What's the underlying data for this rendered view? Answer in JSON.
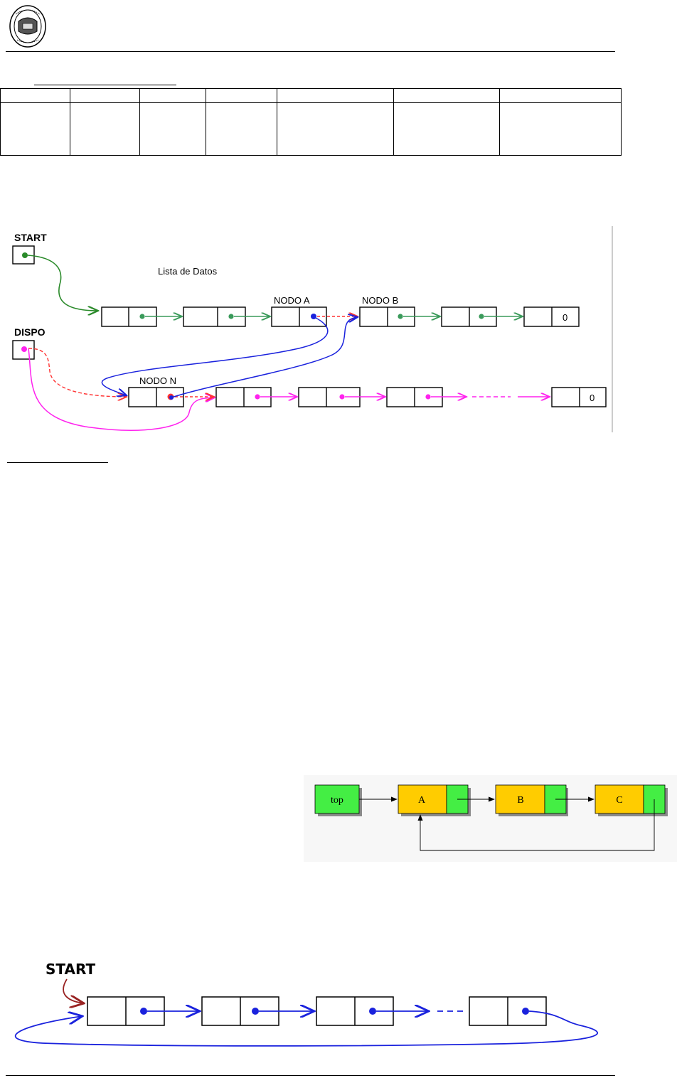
{
  "header": {
    "seal_icon": "university-seal-icon"
  },
  "table": {
    "columns": 7,
    "rows": 2
  },
  "figure1": {
    "start_label": "START",
    "dispo_label": "DISPO",
    "list_label": "Lista de Datos",
    "nodo_a": "NODO A",
    "nodo_b": "NODO B",
    "nodo_n": "NODO N",
    "null_top": "0",
    "null_bottom": "0",
    "colors": {
      "start_list": "#3a9a5a",
      "start_link": "#2a8a2a",
      "free_list": "#ff22ee",
      "insert": "#1a22dd",
      "removed": "#ff3333"
    }
  },
  "figure2": {
    "top_label": "top",
    "nodes": [
      "A",
      "B",
      "C"
    ],
    "colors": {
      "data": "#ffcc00",
      "pointer": "#44ee44"
    }
  },
  "figure3": {
    "start_label": "START",
    "colors": {
      "link": "#1a22dd",
      "start_arrow": "#992222"
    }
  }
}
